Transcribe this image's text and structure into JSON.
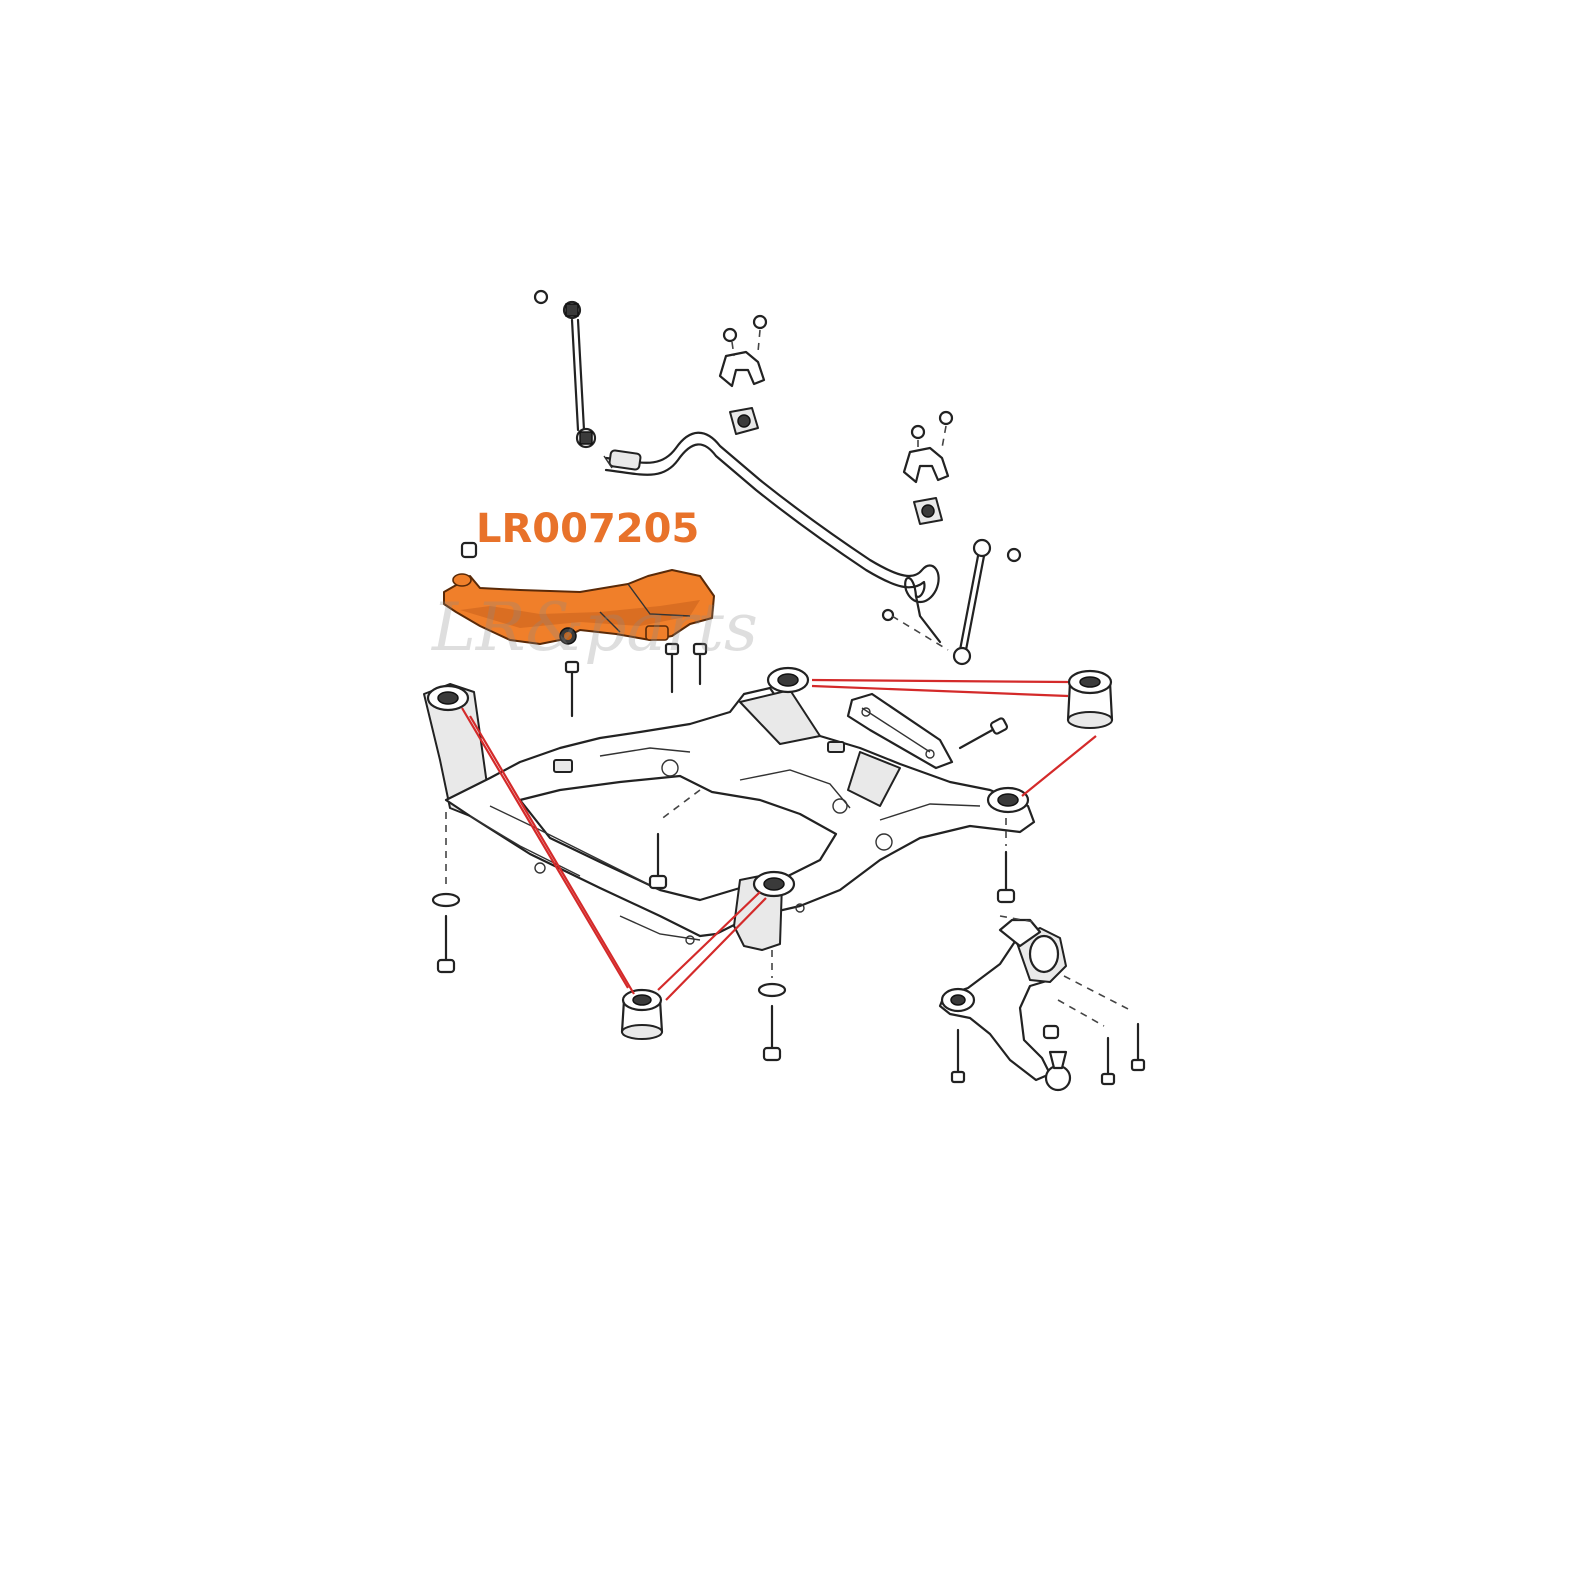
{
  "diagram": {
    "part_number": "LR007205",
    "watermark": "LR&parts",
    "colors": {
      "highlight": "#f07f2a",
      "label": "#e8722a",
      "callout": "#d42a2a",
      "line": "#222222"
    },
    "parts": [
      "stabilizer-bar",
      "stabilizer-link-left",
      "stabilizer-link-right",
      "stabilizer-bracket-left",
      "stabilizer-bracket-right",
      "stabilizer-bushing-left",
      "stabilizer-bushing-right",
      "rear-lower-arm-highlighted",
      "front-subframe",
      "subframe-bushing-rear",
      "subframe-bushing-front",
      "front-lower-control-arm",
      "subframe-brace"
    ]
  }
}
